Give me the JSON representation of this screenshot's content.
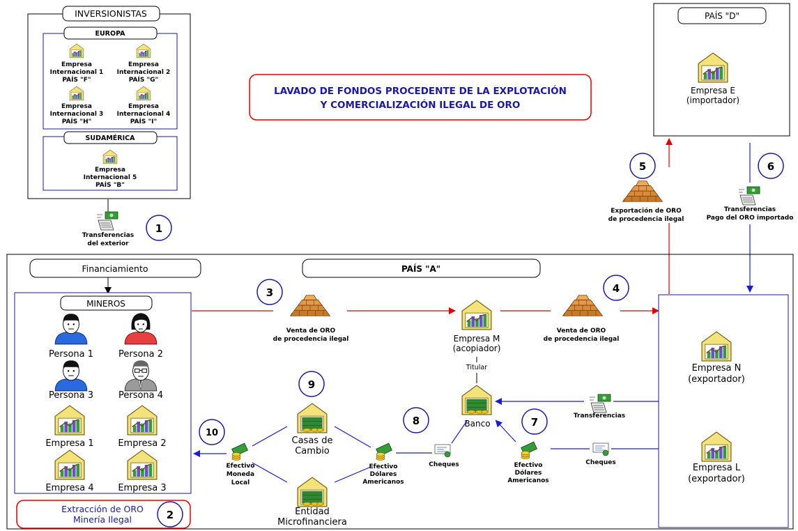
{
  "title": {
    "line1": "LAVADO DE FONDOS PROCEDENTE DE LA EXPLOTACIÓN",
    "line2": "Y COMERCIALIZACIÓN ILEGAL DE ORO"
  },
  "investors": {
    "title": "INVERSIONISTAS",
    "europe": {
      "title": "EUROPA",
      "companies": [
        {
          "line1": "Empresa",
          "line2": "Internacional 1",
          "line3": "PAÍS \"F\""
        },
        {
          "line1": "Empresa",
          "line2": "Internacional 2",
          "line3": "PAÍS \"G\""
        },
        {
          "line1": "Empresa",
          "line2": "Internacional 3",
          "line3": "PAÍS \"H\""
        },
        {
          "line1": "Empresa",
          "line2": "Internacional 4",
          "line3": "PAÍS \"I\""
        }
      ]
    },
    "south_america": {
      "title": "SUDAMÉRICA",
      "company": {
        "line1": "Empresa",
        "line2": "Internacional 5",
        "line3": "PAÍS \"B\""
      }
    }
  },
  "transfers_abroad": {
    "line1": "Transferencias",
    "line2": "del exterior"
  },
  "country_d": {
    "title": "PAÍS \"D\"",
    "company": {
      "line1": "Empresa E",
      "line2": "(importador)"
    }
  },
  "export_gold": {
    "line1": "Exportación de ORO",
    "line2": "de procedencia ilegal"
  },
  "payment_transfer": {
    "line1": "Transferencias",
    "line2": "Pago del ORO importado"
  },
  "financing_label": "Financiamiento",
  "country_a_label": "PAÍS \"A\"",
  "miners": {
    "title": "MINEROS",
    "people": [
      "Persona 1",
      "Persona 2",
      "Persona 3",
      "Persona 4"
    ],
    "companies": [
      "Empresa 1",
      "Empresa 2",
      "Empresa 4",
      "Empresa 3"
    ]
  },
  "extraction": {
    "line1": "Extracción de ORO",
    "line2": "Minería Ilegal"
  },
  "sale_gold": {
    "line1": "Venta de ORO",
    "line2": "de procedencia ilegal"
  },
  "company_m": {
    "line1": "Empresa M",
    "line2": "(acopiador)"
  },
  "holder_label": "Titular",
  "bank_label": "Banco",
  "company_n": {
    "line1": "Empresa N",
    "line2": "(exportador)"
  },
  "company_l": {
    "line1": "Empresa L",
    "line2": "(exportador)"
  },
  "transfers_label": "Transferencias",
  "checks_label": "Cheques",
  "cash_usd": {
    "line1": "Efectivo",
    "line2": "Dólares",
    "line3": "Americanos"
  },
  "cash_local": {
    "line1": "Efectivo",
    "line2": "Moneda",
    "line3": "Local"
  },
  "exchange_houses": {
    "line1": "Casas de",
    "line2": "Cambio"
  },
  "microfinance": {
    "line1": "Entidad",
    "line2": "Microfinanciera"
  },
  "steps": [
    "1",
    "2",
    "3",
    "4",
    "5",
    "6",
    "7",
    "8",
    "9",
    "10"
  ],
  "colors": {
    "red_flow": "#e00000",
    "blue_flow": "#1c1cc8",
    "border_blue": "#1a1a9a",
    "title_blue": "#1a1a9a",
    "title_border": "#e00000"
  },
  "icons": [
    "company-building-icon",
    "person-icon",
    "gold-bars-icon",
    "money-transfer-icon",
    "cheque-icon",
    "cash-coins-icon",
    "bank-icon"
  ]
}
